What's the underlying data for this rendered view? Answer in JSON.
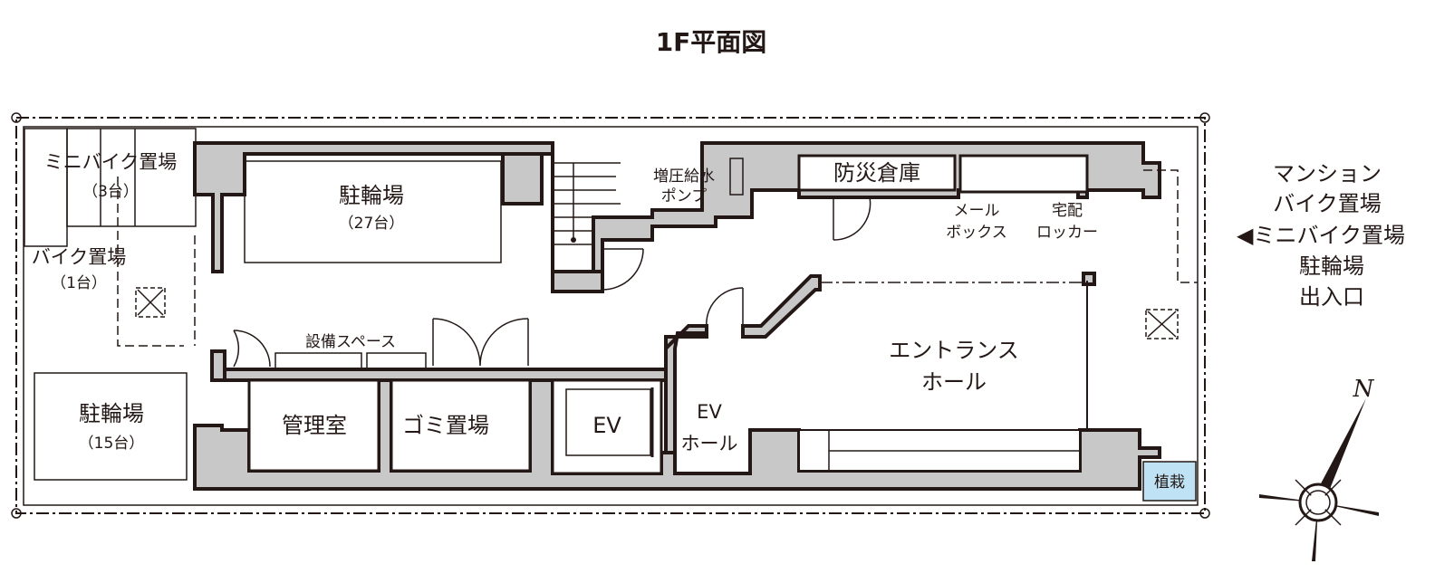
{
  "title": "1F平面図",
  "rooms": {
    "mini_bike": {
      "name": "ミニバイク置場",
      "count": "（3台）"
    },
    "bike": {
      "name": "バイク置場",
      "count": "（1台）"
    },
    "bicycle_left": {
      "name": "駐輪場",
      "count": "（15台）"
    },
    "bicycle_top": {
      "name": "駐輪場",
      "count": "（27台）"
    },
    "equipment": "設備スペース",
    "management": "管理室",
    "garbage": "ゴミ置場",
    "pump": [
      "増圧給水",
      "ポンプ"
    ],
    "disaster_storage": "防災倉庫",
    "mailbox": [
      "メール",
      "ボックス"
    ],
    "delivery_locker": [
      "宅配",
      "ロッカー"
    ],
    "entrance_hall": [
      "エントランス",
      "ホール"
    ],
    "ev": "EV",
    "ev_hall": [
      "EV",
      "ホール"
    ],
    "planting": "植栽"
  },
  "entrance_note": [
    "マンション",
    "バイク置場",
    "◀ミニバイク置場",
    "駐輪場",
    "出入口"
  ],
  "compass": {
    "north_label": "N"
  },
  "colors": {
    "wall": "#c8c8c8",
    "line": "#231815",
    "planting": "#bfe3f5"
  }
}
